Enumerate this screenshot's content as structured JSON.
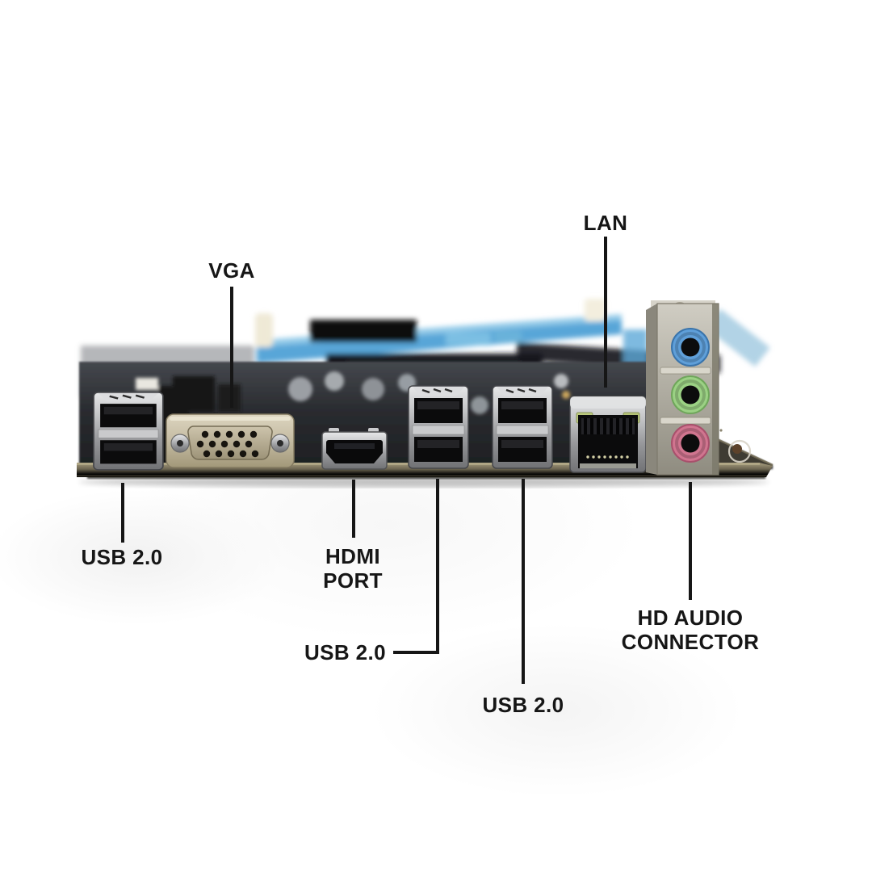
{
  "callouts": {
    "vga": "VGA",
    "lan": "LAN",
    "usb_left": "USB 2.0",
    "hdmi_line1": "HDMI",
    "hdmi_line2": "PORT",
    "usb_middle": "USB 2.0",
    "usb_right": "USB 2.0",
    "hd_audio_line1": "HD AUDIO",
    "hd_audio_line2": "CONNECTOR"
  },
  "colors": {
    "callout_ink": "#161616",
    "ram_slot_blue": "#58a6d8",
    "audio_jack_blue": "#5f9fd9",
    "audio_jack_green": "#9bd184",
    "audio_jack_pink": "#d0758f",
    "pcb_dark": "#2a2c30",
    "board_edge_khaki": "#8a8165"
  }
}
